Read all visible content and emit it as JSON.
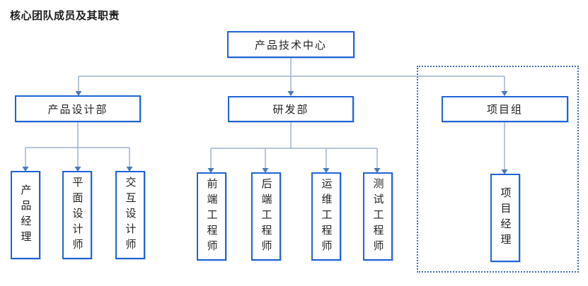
{
  "title": "核心团队成员及其职责",
  "org": {
    "root": "产品技术中心",
    "departments": [
      "产品设计部",
      "研发部",
      "项目组"
    ],
    "design_members": [
      "产品经理",
      "平面设计师",
      "交互设计师"
    ],
    "rd_members": [
      "前端工程师",
      "后端工程师",
      "运维工程师",
      "测试工程师"
    ],
    "project_members": [
      "项目经理"
    ]
  },
  "colors": {
    "node_border": "#1f64d6",
    "connector_line": "#9db2d4",
    "arrowhead": "#4878b8",
    "group_frame_border": "#3f6cb5",
    "title_text": "#1c1c1c",
    "node_text": "#222222",
    "background": "#ffffff"
  },
  "icons": {
    "arrow_down": "triangle-arrowhead pointing down at each child node"
  }
}
